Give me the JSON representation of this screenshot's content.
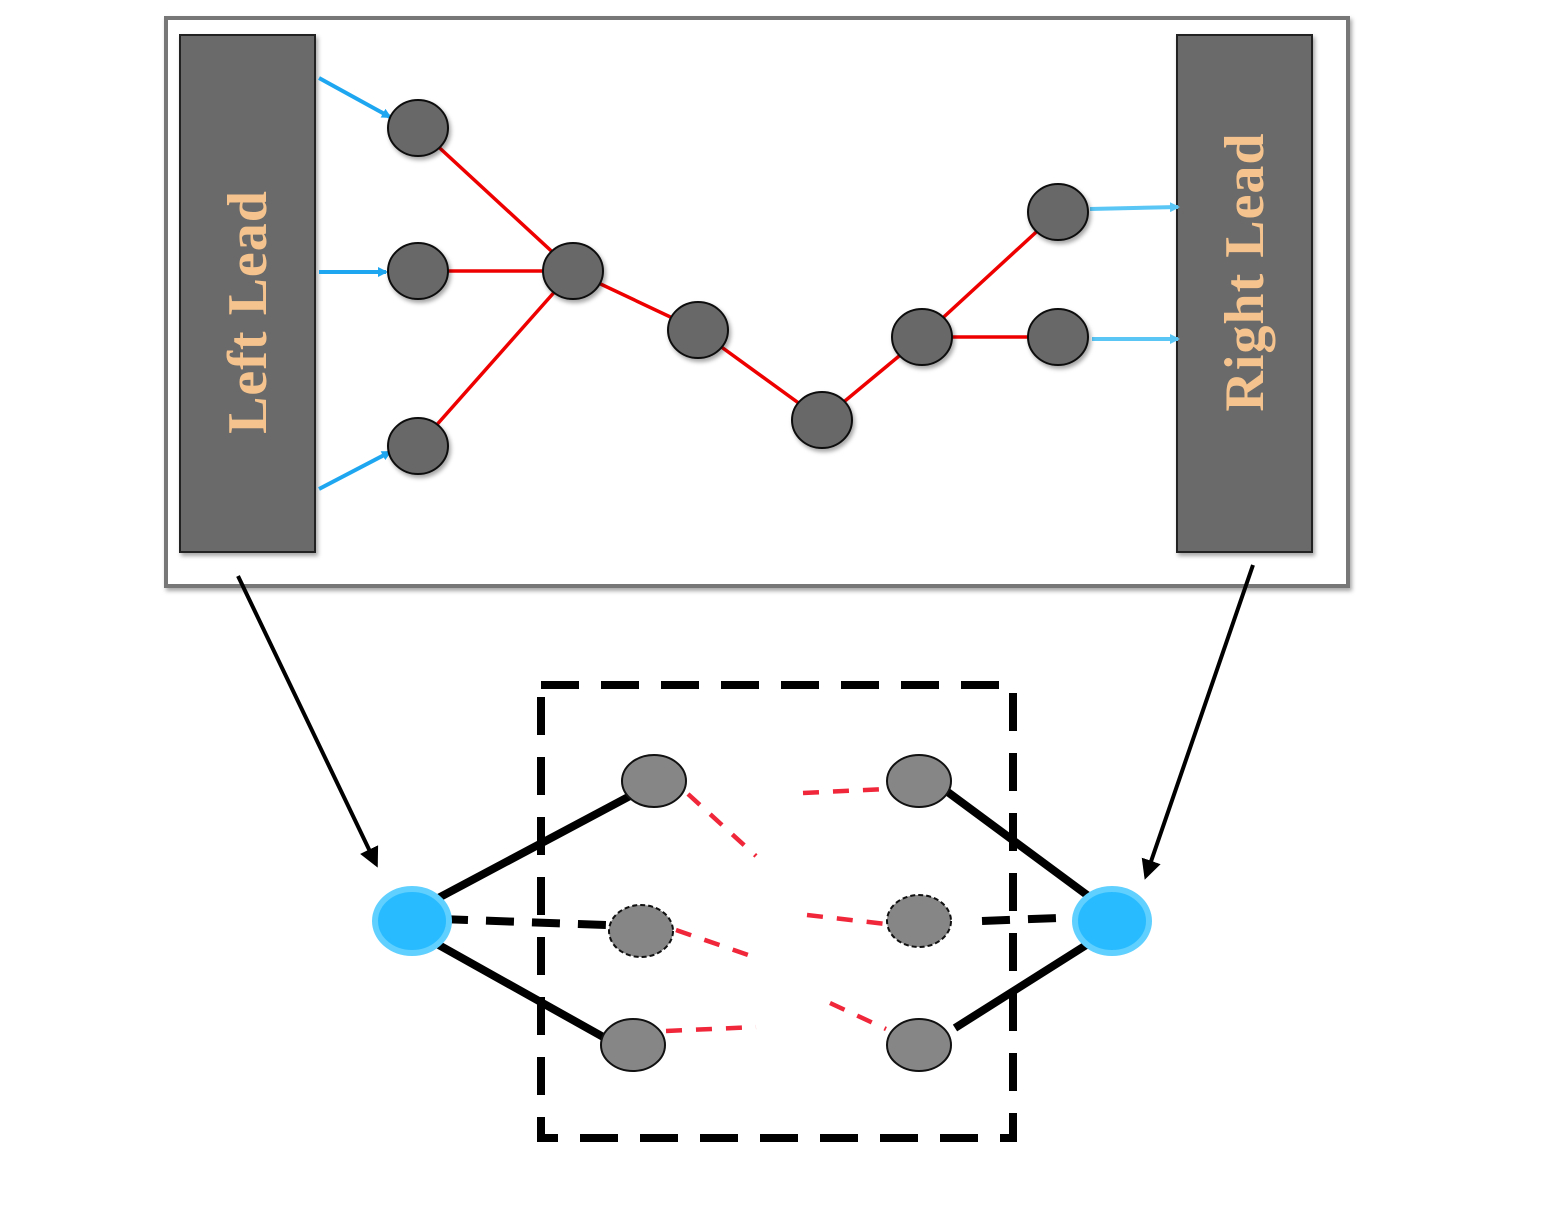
{
  "leads": {
    "left": {
      "label": "Left Lead"
    },
    "right": {
      "label": "Right Lead"
    }
  },
  "colors": {
    "lead_fill": "#6b6b6b",
    "lead_text": "#f5c48e",
    "node_fill": "#676767",
    "node_fill_light": "#868686",
    "edge": "#ee0000",
    "edge_dashed": "#f0263a",
    "inflow_arrow": "#1ea7f0",
    "outflow_arrow": "#59c6f6",
    "terminal_fill": "#29bbff",
    "terminal_ring": "#5fd0ff",
    "frame": "#777777"
  },
  "icons": {
    "lead": "rectangle-bar",
    "node": "grey-ellipse",
    "terminal": "cyan-ellipse",
    "arrow": "arrow-head"
  }
}
